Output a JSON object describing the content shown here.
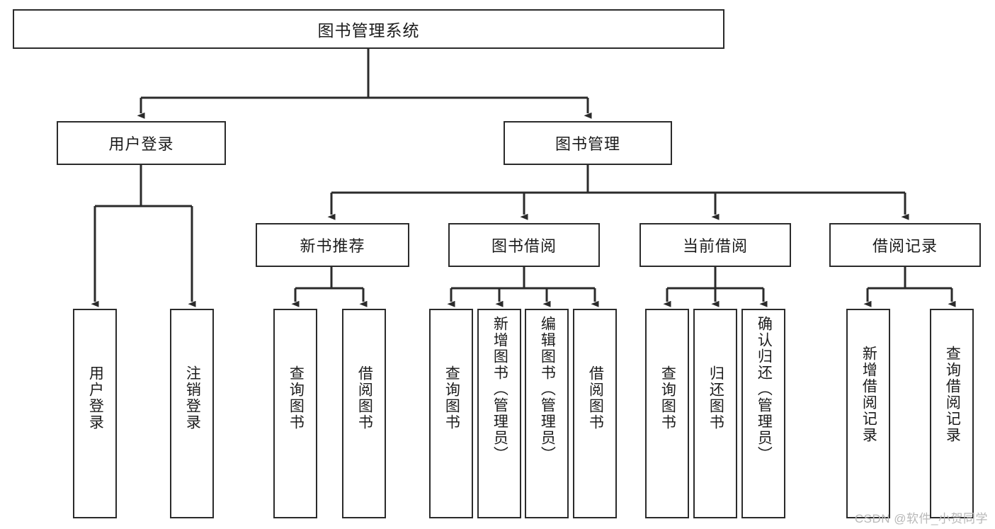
{
  "diagram": {
    "title": "图书管理系统",
    "type": "功能结构图",
    "stroke_color": "#2b2b2b",
    "text_color": "#1c1c1c",
    "background": "#ffffff",
    "root": {
      "label": "图书管理系统"
    },
    "level2": [
      {
        "label": "用户登录"
      },
      {
        "label": "图书管理"
      }
    ],
    "level3": [
      {
        "label": "新书推荐"
      },
      {
        "label": "图书借阅"
      },
      {
        "label": "当前借阅"
      },
      {
        "label": "借阅记录"
      }
    ],
    "leaves": {
      "user_login": [
        {
          "label": "用户登录"
        },
        {
          "label": "注销登录"
        }
      ],
      "new_book": [
        {
          "label": "查询图书"
        },
        {
          "label": "借阅图书"
        }
      ],
      "book_borrow": [
        {
          "label": "查询图书"
        },
        {
          "label": "新增图书（管理员）"
        },
        {
          "label": "编辑图书（管理员）"
        },
        {
          "label": "借阅图书"
        }
      ],
      "current_borrow": [
        {
          "label": "查询图书"
        },
        {
          "label": "归还图书"
        },
        {
          "label": "确认归还（管理员）"
        }
      ],
      "borrow_record": [
        {
          "label": "新增借阅记录"
        },
        {
          "label": "查询借阅记录"
        }
      ]
    }
  },
  "watermark": {
    "text": "CSDN @软件_小贺同学"
  }
}
